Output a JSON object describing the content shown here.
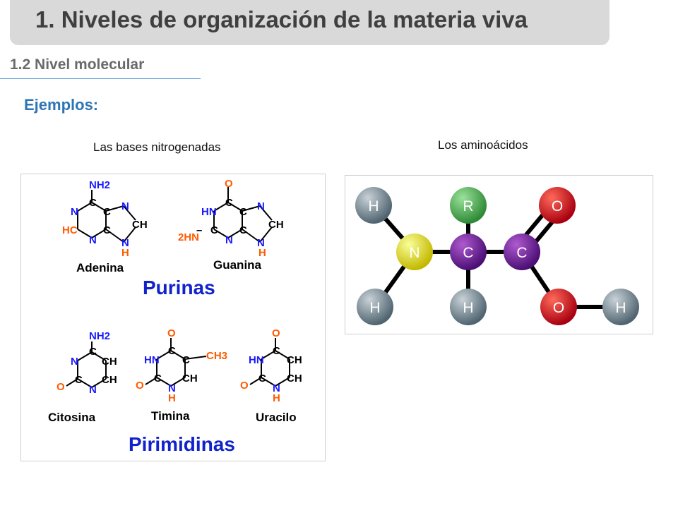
{
  "header": {
    "title": "1. Niveles de organización de la materia viva"
  },
  "section": {
    "subtitle": "1.2 Nivel molecular",
    "examples_label": "Ejemplos:"
  },
  "bases": {
    "caption": "Las bases nitrogenadas",
    "purines_label": "Purinas",
    "pyrimidines_label": "Pirimidinas",
    "adenine": "Adenina",
    "guanine": "Guanina",
    "cytosine": "Citosina",
    "thymine": "Timina",
    "uracil": "Uracilo",
    "atoms": {
      "C": "C",
      "N": "N",
      "O": "O",
      "H": "H",
      "NH2": "NH2",
      "HN": "HN",
      "HC": "HC",
      "CH": "CH",
      "CH3": "CH3",
      "H2N": "2HN",
      "dash": "–"
    }
  },
  "amino": {
    "caption": "Los aminoácidos",
    "atoms": {
      "H": "H",
      "R": "R",
      "O": "O",
      "N": "N",
      "C": "C"
    }
  },
  "colors": {
    "nitrogen_blue": "#1a1aff",
    "hetero_orange": "#ff5a00",
    "purine_blue": "#1122cc",
    "accent_blue": "#2e75b6"
  }
}
